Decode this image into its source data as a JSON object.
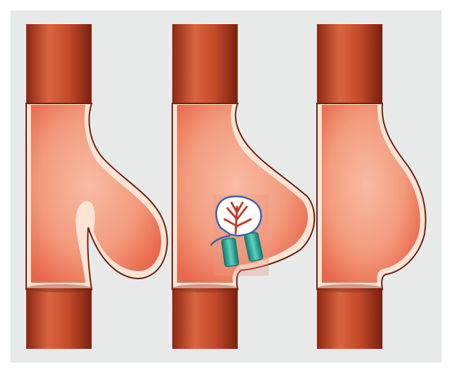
{
  "figure": {
    "background": "#e8eaea",
    "panels": [
      {
        "stage": "aneurysm-with-sac-fold"
      },
      {
        "stage": "aneurysm-with-stent-graft-device"
      },
      {
        "stage": "aneurysm-filled"
      }
    ]
  },
  "colors": {
    "vessel_dark": "#8e2814",
    "vessel_mid": "#c24a2a",
    "vessel_light": "#d9653f",
    "wall_outline": "#6e1e0e",
    "wall_fill": "#fde4d4",
    "lumen_light": "#f8bca4",
    "lumen_dark": "#e8664a",
    "device_teal": "#2fb7a7",
    "device_teal_dark": "#137a70",
    "device_wire_blue": "#3b5fb4"
  },
  "icons": [
    "vessel-segment",
    "stent-graft-device"
  ]
}
